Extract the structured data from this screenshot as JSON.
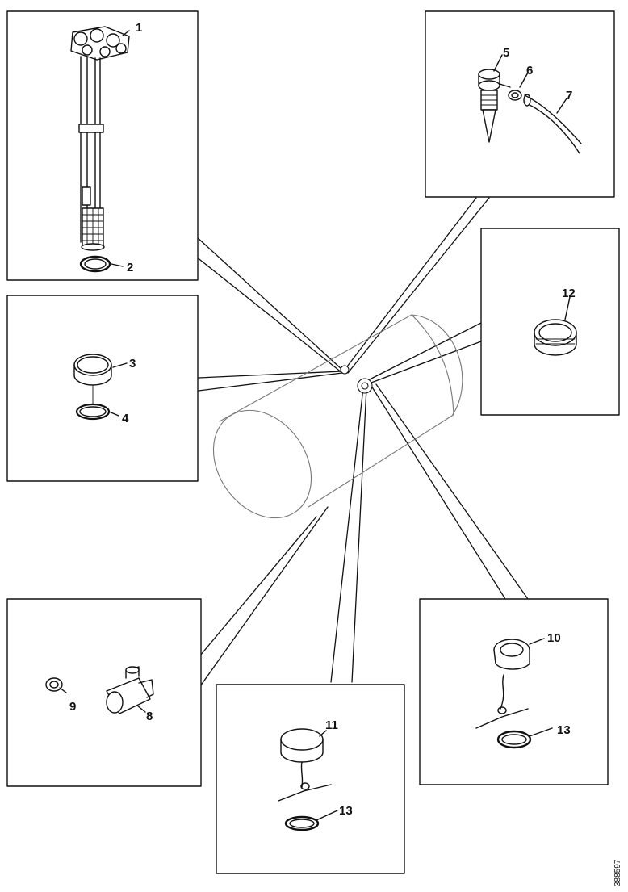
{
  "callouts": {
    "c1": "1",
    "c2": "2",
    "c3": "3",
    "c4": "4",
    "c5": "5",
    "c6": "6",
    "c7": "7",
    "c8": "8",
    "c9": "9",
    "c10": "10",
    "c11": "11",
    "c12": "12",
    "c13": "13",
    "c13b": "13"
  },
  "drawing_number": "388597"
}
